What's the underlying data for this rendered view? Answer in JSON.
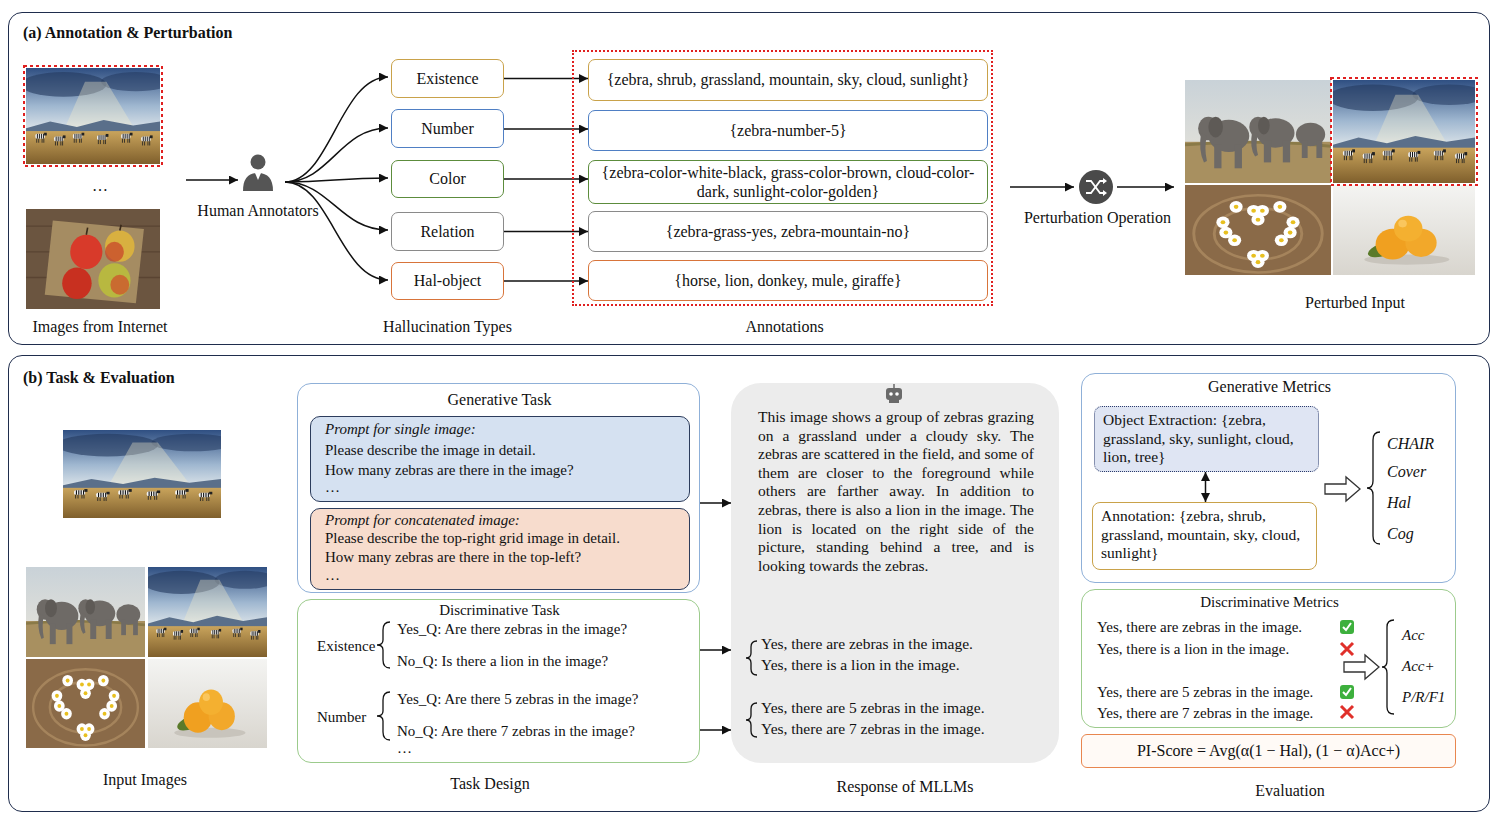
{
  "diagram": {
    "nodes": [
      {
        "text": [
          "(a) Annotation & Perturbation"
        ]
      },
      {
        "text": [
          "Existence"
        ],
        "in": 0
      },
      {
        "text": [
          "Number"
        ],
        "in": 0
      },
      {
        "text": [
          "Color"
        ],
        "in": 0
      },
      {
        "text": [
          "Relation"
        ],
        "in": 0
      },
      {
        "text": [
          "Hal-object"
        ],
        "in": 0
      },
      {
        "text": [
          "Annotations"
        ],
        "in": 0
      },
      {
        "text": [
          "{zebra, shrub, grassland, mountain, sky, cloud, sunlight}"
        ],
        "in": 6
      },
      {
        "text": [
          "{zebra-number-5}"
        ],
        "in": 6
      },
      {
        "text": [
          "{zebra-color-white-black, grass-color-brown, cloud-color-dark, sunlight-color-golden}"
        ],
        "in": 6
      },
      {
        "text": [
          "{zebra-grass-yes, zebra-mountain-no}"
        ],
        "in": 6
      },
      {
        "text": [
          "{horse, lion, donkey, mule, giraffe}"
        ],
        "in": 6
      },
      {
        "text": [
          "(b) Task & Evaluation"
        ]
      },
      {
        "text": [
          "Generative Task"
        ],
        "in": 12
      },
      {
        "text": [
          "Prompt for single image:",
          "Please describe the image in detail.",
          "How many zebras are there in the image?",
          "…"
        ],
        "in": 13
      },
      {
        "text": [
          "Prompt for concatenated image:",
          "Please describe the top-right grid image in detail.",
          "How many zebras are there in the top-left?",
          "…"
        ],
        "in": 13
      },
      {
        "text": [
          "Discriminative Task",
          "Existence",
          "Yes_Q: Are there zebras in the image?",
          "No_Q: Is there a lion in the image?",
          "Number",
          "Yes_Q: Are there 5 zebras in the image?",
          "No_Q: Are there 7 zebras in the image?",
          "…"
        ],
        "in": 12
      },
      {
        "text": [
          "This image shows a group of zebras grazing on a grassland under a cloudy sky. The zebras are scattered in the field, and some of them are closer to the foreground while others are farther away. In addition to zebras, there is also a lion in the image. The lion is located on the right side of the picture, standing behind a tree, and is looking towards the zebras.",
          "Yes, there are zebras in the image.",
          "Yes, there is a lion in the image.",
          "Yes, there are 5 zebras in the image.",
          "Yes, there are 7 zebras in the image."
        ],
        "in": 12
      },
      {
        "text": [
          "Generative Metrics",
          "CHAIR",
          "Cover",
          "Hal",
          "Cog"
        ],
        "in": 12
      },
      {
        "text": [
          "Object Extraction: {zebra, grassland, sky, sunlight, cloud, lion, tree}"
        ],
        "in": 18
      },
      {
        "text": [
          "Annotation: {zebra, shrub, grassland, mountain, sky, cloud, sunlight}"
        ],
        "in": 18
      },
      {
        "text": [
          "Discriminative Metrics",
          "Yes, there are zebras in the image.",
          "Yes, there is a lion in the image.",
          "Yes, there are 5 zebras in the image.",
          "Yes, there are 7 zebras in the image.",
          "Acc",
          "Acc+",
          "P/R/F1"
        ],
        "in": 12
      },
      {
        "text": [
          "PI-Score = Avg(α(1 − Hal), (1 − α)Acc+)"
        ],
        "in": 12
      }
    ],
    "edges": [
      {
        "from": 1,
        "to": 7,
        "arrow": "to"
      },
      {
        "from": 2,
        "to": 8,
        "arrow": "to"
      },
      {
        "from": 3,
        "to": 9,
        "arrow": "to"
      },
      {
        "from": 4,
        "to": 10,
        "arrow": "to"
      },
      {
        "from": 5,
        "to": 11,
        "arrow": "to"
      },
      {
        "from": 13,
        "to": 17,
        "arrow": "to"
      },
      {
        "from": 16,
        "to": 17,
        "arrow": "to"
      },
      {
        "from": 16,
        "to": 17,
        "arrow": "to"
      },
      {
        "from": 19,
        "to": 20,
        "arrow": "both"
      }
    ],
    "labels": [
      "…",
      "Human Annotators",
      "Images from Internet",
      "Hallucination Types",
      "Perturbation Operation",
      "Perturbed Input",
      "Input Images",
      "Task Design",
      "Response of MLLMs",
      "Evaluation"
    ]
  }
}
